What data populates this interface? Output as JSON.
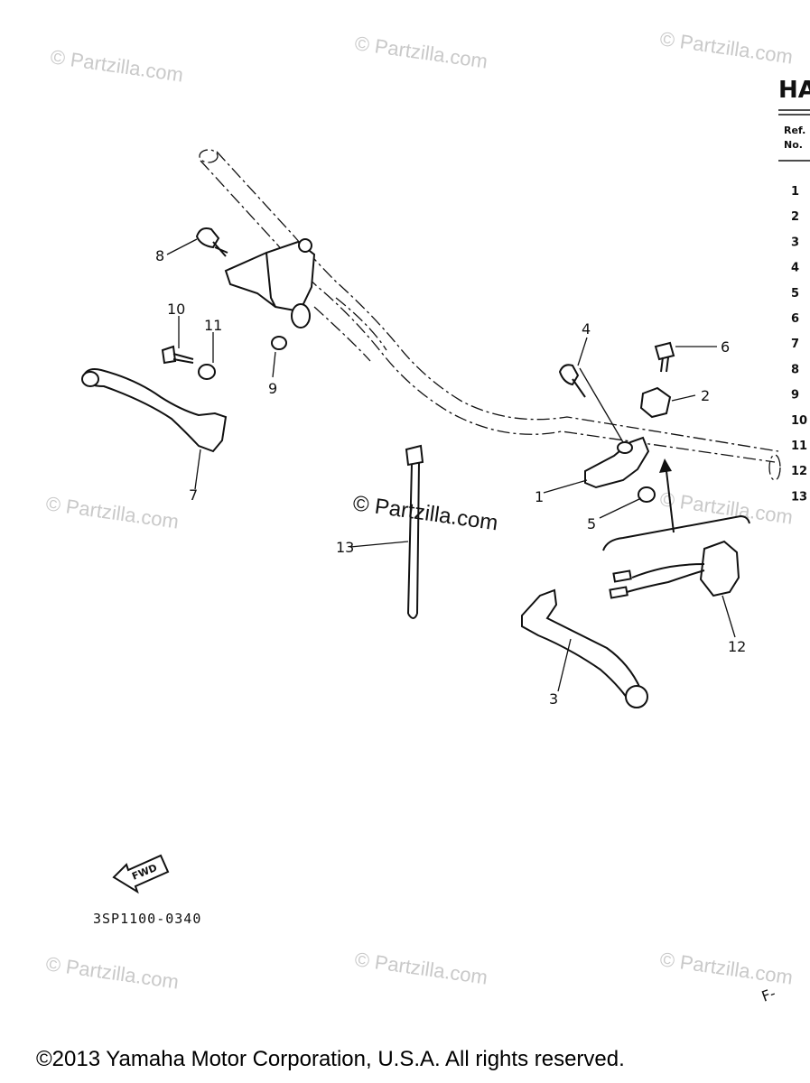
{
  "watermark": "© Partzilla.com",
  "table": {
    "title": "HA",
    "header_ref": "Ref.",
    "header_no": "No.",
    "ref_numbers": [
      "1",
      "2",
      "3",
      "4",
      "5",
      "6",
      "7",
      "8",
      "9",
      "10",
      "11",
      "12",
      "13"
    ]
  },
  "callouts": [
    "1",
    "2",
    "3",
    "4",
    "5",
    "6",
    "7",
    "8",
    "9",
    "10",
    "11",
    "12",
    "13"
  ],
  "fwd_label": "FWD",
  "diagram_code": "3SP1100-0340",
  "margin_note": "F-",
  "copyright": "©2013 Yamaha Motor Corporation, U.S.A. All rights reserved."
}
